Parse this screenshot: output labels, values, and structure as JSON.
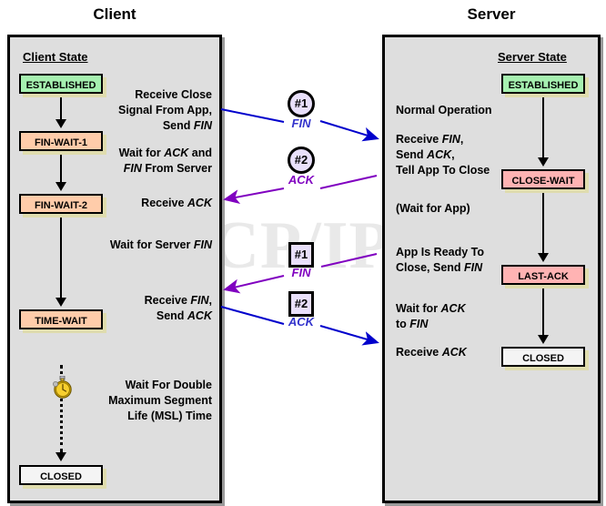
{
  "diagram": {
    "title_watermark": "The TCP/IP Guide",
    "columns": {
      "client_title": "Client",
      "server_title": "Server"
    },
    "colors": {
      "established": "#a6f0b0",
      "fin_wait": "#ffccaa",
      "time_wait": "#ffccaa",
      "close_wait": "#ffb3b3",
      "last_ack": "#ffb3b3",
      "closed": "#f4f4f4",
      "panel_bg": "#dedede",
      "shadow": "#dfdcae",
      "arrow_blue": "#0000cc",
      "arrow_purple": "#8000c0",
      "marker_fill": "#e9e0fb"
    }
  },
  "client": {
    "heading": "Client State",
    "states": [
      {
        "label": "ESTABLISHED"
      },
      {
        "label": "FIN-WAIT-1"
      },
      {
        "label": "FIN-WAIT-2"
      },
      {
        "label": "TIME-WAIT"
      },
      {
        "label": "CLOSED"
      }
    ],
    "notes": [
      {
        "id": "note-close-signal",
        "lines": [
          "Receive Close",
          "Signal From App,",
          "Send FIN"
        ]
      },
      {
        "id": "note-wait-ack-fin",
        "lines": [
          "Wait for ACK and",
          "FIN From Server"
        ]
      },
      {
        "id": "note-receive-ack",
        "lines": [
          "Receive ACK"
        ]
      },
      {
        "id": "note-wait-server-fin",
        "lines": [
          "Wait for Server FIN"
        ]
      },
      {
        "id": "note-receive-fin-send-ack",
        "lines": [
          "Receive FIN,",
          "Send ACK"
        ]
      },
      {
        "id": "note-wait-msl",
        "lines": [
          "Wait For Double",
          "Maximum Segment",
          "Life (MSL) Time"
        ]
      }
    ]
  },
  "server": {
    "heading": "Server State",
    "states": [
      {
        "label": "ESTABLISHED"
      },
      {
        "label": "CLOSE-WAIT"
      },
      {
        "label": "LAST-ACK"
      },
      {
        "label": "CLOSED"
      }
    ],
    "notes": [
      {
        "id": "note-normal-operation",
        "lines": [
          "Normal Operation"
        ]
      },
      {
        "id": "note-receive-fin-send-ack-tell",
        "lines": [
          "Receive FIN,",
          "Send ACK,",
          "Tell App To Close"
        ]
      },
      {
        "id": "note-wait-for-app",
        "lines": [
          "(Wait for App)"
        ]
      },
      {
        "id": "note-app-ready-close",
        "lines": [
          "App Is Ready To",
          "Close, Send FIN"
        ]
      },
      {
        "id": "note-wait-ack-to-fin",
        "lines": [
          "Wait for ACK",
          "to FIN"
        ]
      },
      {
        "id": "note-server-receive-ack",
        "lines": [
          "Receive ACK"
        ]
      }
    ]
  },
  "packets": [
    {
      "id": "packet-1-fin",
      "marker": "#1",
      "label": "FIN",
      "shape": "circle",
      "direction": "client-to-server",
      "color": "#0000cc"
    },
    {
      "id": "packet-2-ack",
      "marker": "#2",
      "label": "ACK",
      "shape": "circle",
      "direction": "server-to-client",
      "color": "#8000c0"
    },
    {
      "id": "packet-3-fin",
      "marker": "#1",
      "label": "FIN",
      "shape": "square",
      "direction": "server-to-client",
      "color": "#8000c0"
    },
    {
      "id": "packet-4-ack",
      "marker": "#2",
      "label": "ACK",
      "shape": "square",
      "direction": "client-to-server",
      "color": "#0000cc"
    }
  ],
  "icons": {
    "timer": "stopwatch-icon"
  }
}
